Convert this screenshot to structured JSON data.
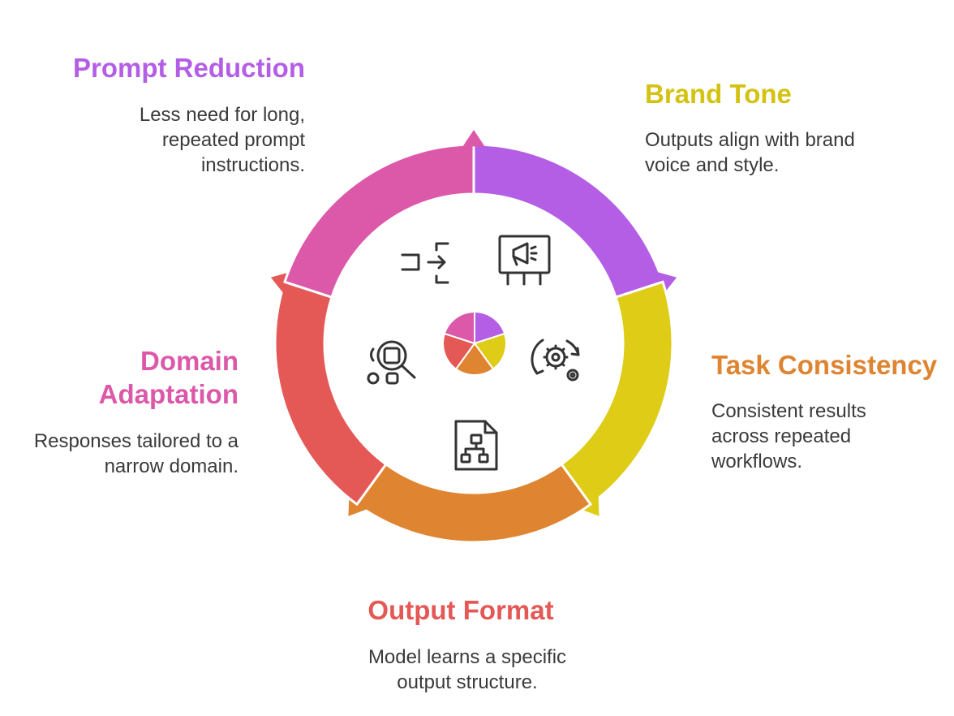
{
  "segments": [
    {
      "id": "prompt-reduction",
      "title": "Prompt Reduction",
      "description": "Less need for long, repeated prompt instructions.",
      "desc_lines": [
        "Less need for long,",
        "repeated prompt",
        "instructions."
      ],
      "color": "#b45ee6",
      "icon": "prompt-compress-icon"
    },
    {
      "id": "brand-tone",
      "title": "Brand Tone",
      "description": "Outputs align with brand voice and style.",
      "desc_lines": [
        "Outputs align with brand",
        "voice and style."
      ],
      "color": "#decc16",
      "icon": "presentation-megaphone-icon"
    },
    {
      "id": "task-consistency",
      "title": "Task Consistency",
      "description": "Consistent results across repeated workflows.",
      "desc_lines": [
        "Consistent results",
        "across repeated",
        "workflows."
      ],
      "color": "#df8430",
      "icon": "gears-cycle-icon"
    },
    {
      "id": "output-format",
      "title": "Output Format",
      "description": "Model learns a specific output structure.",
      "desc_lines": [
        "Model learns a specific",
        "output structure."
      ],
      "color": "#e45855",
      "icon": "structure-document-icon"
    },
    {
      "id": "domain-adaptation",
      "title": "Domain Adaptation",
      "title_lines": [
        "Domain",
        "Adaptation"
      ],
      "description": "Responses tailored to a narrow domain.",
      "desc_lines": [
        "Responses tailored to a",
        "narrow domain."
      ],
      "color": "#dc59a9",
      "icon": "search-shapes-icon"
    }
  ]
}
